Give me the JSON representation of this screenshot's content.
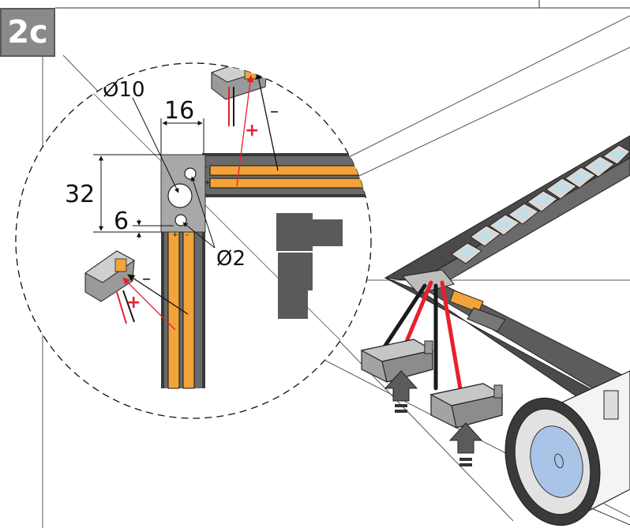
{
  "step": {
    "label": "2c"
  },
  "dimensions": {
    "hole_large": "Ø10",
    "hole_small": "Ø2",
    "width": "16",
    "height": "32",
    "gap": "6"
  },
  "polarity": {
    "plus": "+",
    "minus": "–"
  },
  "colors": {
    "positive_wire": "#e8202a",
    "negative_wire": "#1a1a1a",
    "led_strip": "#f2a33a",
    "profile": "#3a3a3a",
    "connector": "#8c8c8c",
    "lens": "#a9c4e6",
    "badge": "#8a8a8a"
  }
}
